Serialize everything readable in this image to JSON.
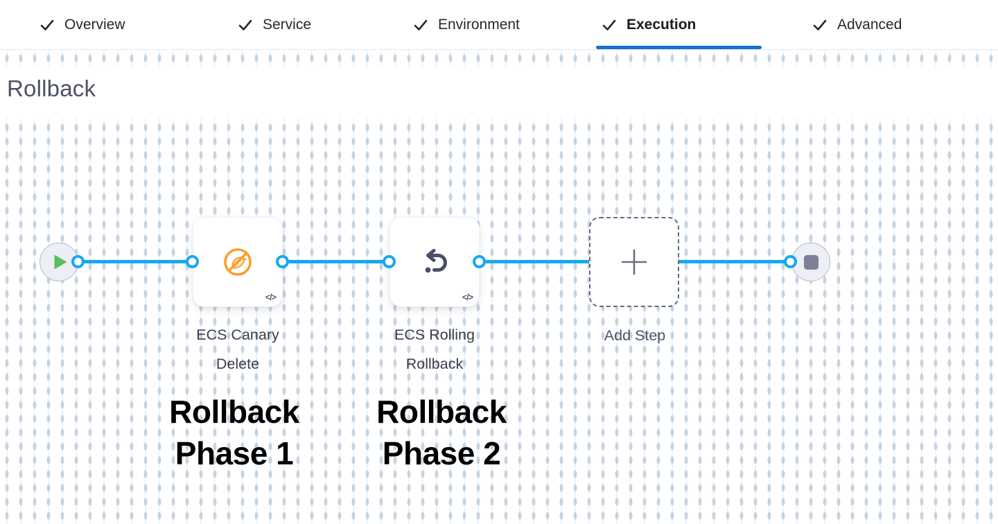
{
  "tab_bar": {
    "tabs": [
      {
        "label": "Overview",
        "checked": true,
        "active": false
      },
      {
        "label": "Service",
        "checked": true,
        "active": false
      },
      {
        "label": "Environment",
        "checked": true,
        "active": false
      },
      {
        "label": "Execution",
        "checked": true,
        "active": true
      },
      {
        "label": "Advanced",
        "checked": true,
        "active": false
      }
    ],
    "active_tab": "Execution"
  },
  "canvas": {
    "section_title": "Rollback",
    "steps": [
      {
        "title": "ECS Canary Delete",
        "title_line1": "ECS Canary",
        "title_line2": "Delete",
        "icon": "canary-delete-icon"
      },
      {
        "title": "ECS Rolling Rollback",
        "title_line1": "ECS Rolling",
        "title_line2": "Rollback",
        "icon": "rolling-rollback-icon"
      }
    ],
    "add_step": {
      "label": "Add Step",
      "icon": "plus-icon"
    },
    "annotations": [
      {
        "line1": "Rollback",
        "line2": "Phase 1"
      },
      {
        "line1": "Rollback",
        "line2": "Phase 2"
      }
    ],
    "nodes": {
      "start": "play-icon",
      "end": "stop-icon"
    }
  },
  "icons": {
    "tab_check": "check-icon",
    "step_code_badge": "code-icon",
    "code_badge_glyph": "</>"
  },
  "colors": {
    "tab_active_underline": "#1571d3",
    "connector_blue": "#18a7f0",
    "play_green": "#58bf5f",
    "canary_orange": "#F99E2C",
    "icon_slate": "#4b4e64"
  }
}
